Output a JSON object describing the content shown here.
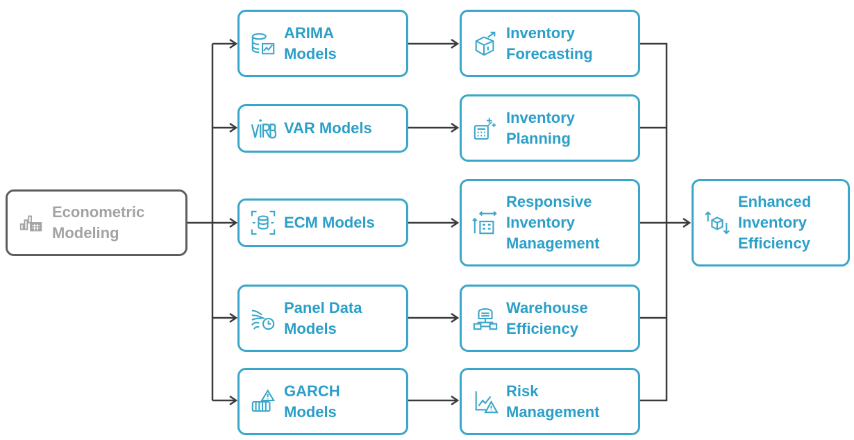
{
  "source": {
    "label_line1": "Econometric",
    "label_line2": "Modeling",
    "icon": "chart-table-icon"
  },
  "models": [
    {
      "line1": "ARIMA",
      "line2": "Models",
      "icon": "database-chart-icon"
    },
    {
      "line1": "VAR Models",
      "line2": "",
      "icon": "var-text-icon"
    },
    {
      "line1": "ECM Models",
      "line2": "",
      "icon": "database-focus-icon"
    },
    {
      "line1": "Panel Data",
      "line2": "Models",
      "icon": "wind-clock-icon"
    },
    {
      "line1": "GARCH",
      "line2": "Models",
      "icon": "warning-cart-icon"
    }
  ],
  "outcomes": [
    {
      "line1": "Inventory",
      "line2": "Forecasting",
      "line3": "",
      "icon": "box-arrow-icon"
    },
    {
      "line1": "Inventory",
      "line2": "Planning",
      "line3": "",
      "icon": "calculator-sparkle-icon"
    },
    {
      "line1": "Responsive",
      "line2": "Inventory",
      "line3": "Management",
      "icon": "width-building-icon"
    },
    {
      "line1": "Warehouse",
      "line2": "Efficiency",
      "line3": "",
      "icon": "warehouse-network-icon"
    },
    {
      "line1": "Risk",
      "line2": "Management",
      "line3": "",
      "icon": "chart-warning-icon"
    }
  ],
  "result": {
    "line1": "Enhanced",
    "line2": "Inventory",
    "line3": "Efficiency",
    "icon": "up-down-cube-icon"
  },
  "colors": {
    "accent": "#3aa6c9",
    "text_accent": "#2b9fc8",
    "grey_border": "#5e5e5e",
    "grey_text": "#a3a3a3",
    "connector": "#3a3a3a"
  }
}
